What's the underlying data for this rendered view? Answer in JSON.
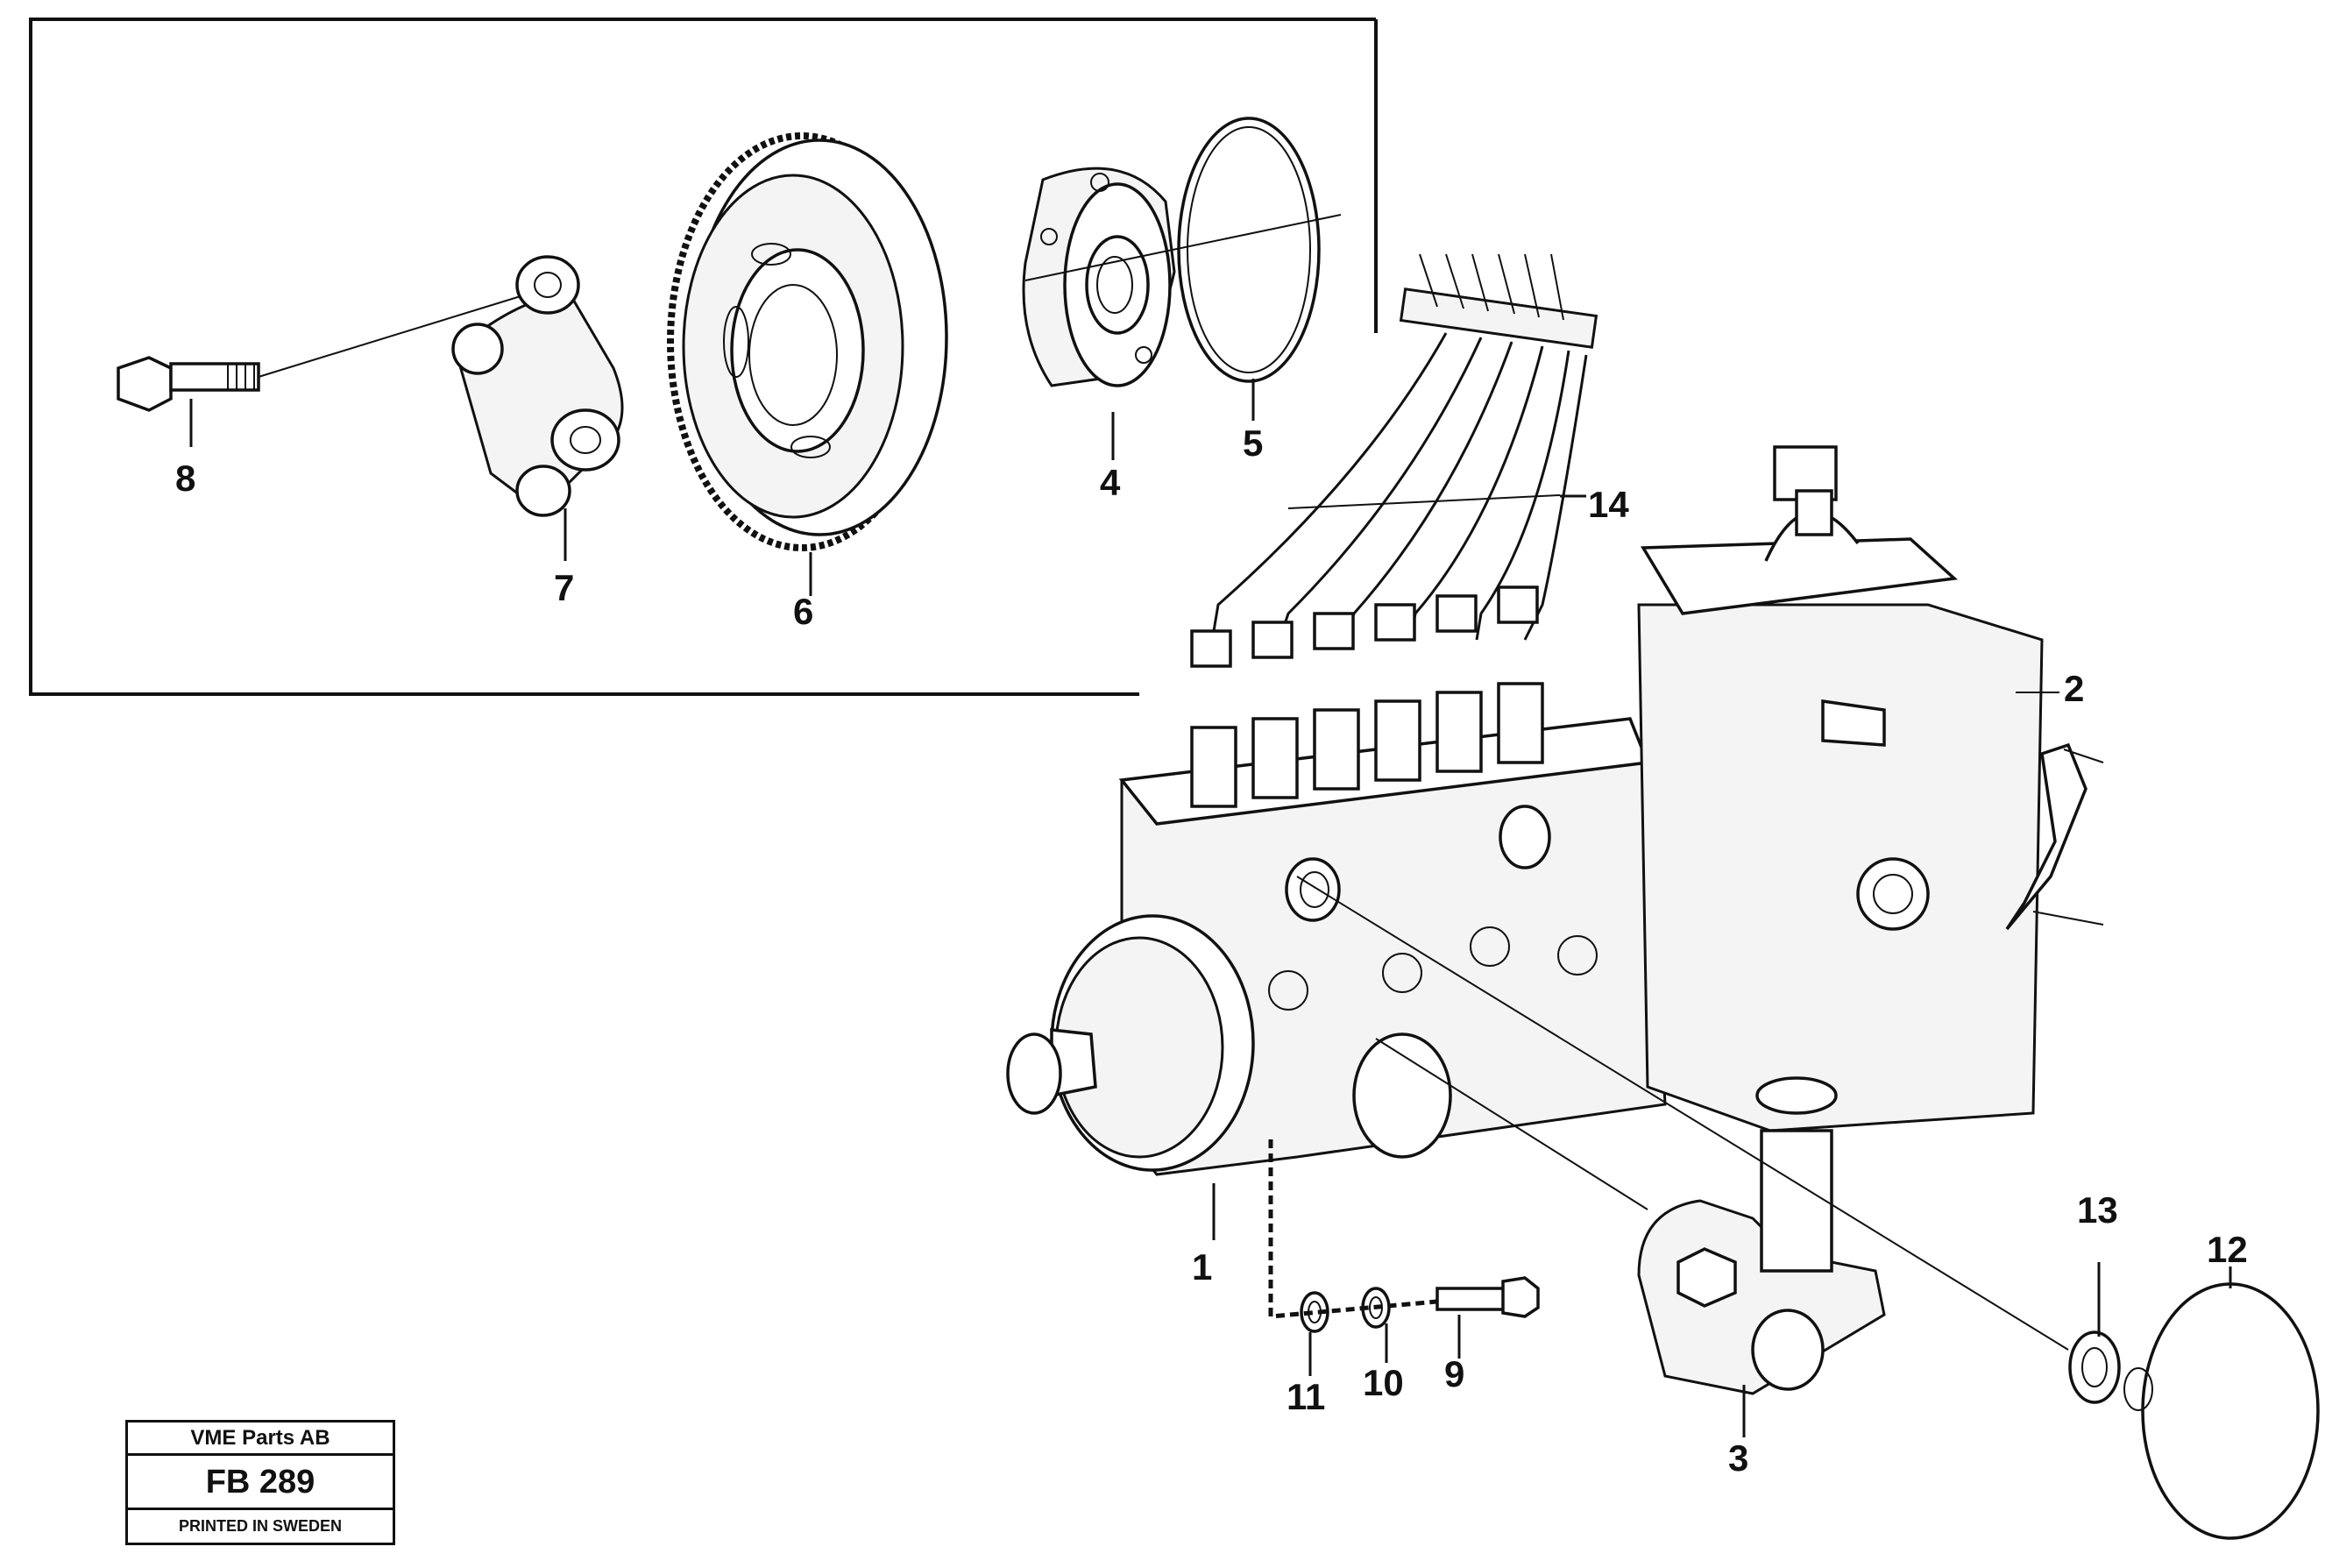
{
  "callouts": [
    {
      "id": "1",
      "label": "1"
    },
    {
      "id": "2",
      "label": "2"
    },
    {
      "id": "3",
      "label": "3"
    },
    {
      "id": "4",
      "label": "4"
    },
    {
      "id": "5",
      "label": "5"
    },
    {
      "id": "6",
      "label": "6"
    },
    {
      "id": "7",
      "label": "7"
    },
    {
      "id": "8",
      "label": "8"
    },
    {
      "id": "9",
      "label": "9"
    },
    {
      "id": "10",
      "label": "10"
    },
    {
      "id": "11",
      "label": "11"
    },
    {
      "id": "12",
      "label": "12"
    },
    {
      "id": "13",
      "label": "13"
    },
    {
      "id": "14",
      "label": "14"
    }
  ],
  "title_block": {
    "company": "VME Parts AB",
    "drawing_number": "FB 289",
    "printed": "PRINTED IN SWEDEN"
  }
}
